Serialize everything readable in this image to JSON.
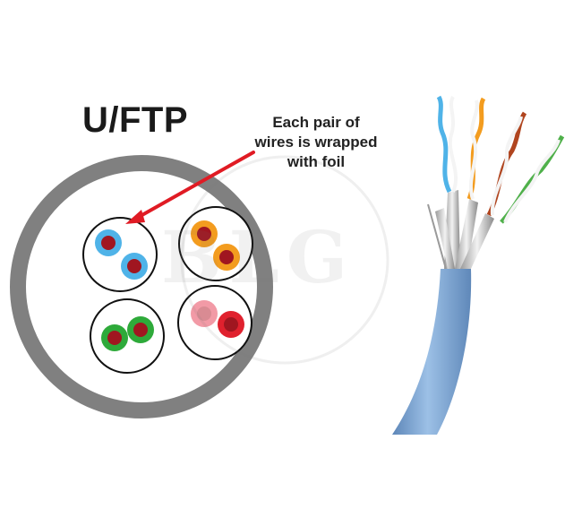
{
  "title": "U/FTP",
  "callout": {
    "lines": [
      "Each pair of",
      "wires is wrapped",
      "with foil"
    ]
  },
  "watermark": "BLG",
  "colors": {
    "jacket": "#808080",
    "pair_blue": "#4fb3e8",
    "pair_orange": "#f39c1f",
    "pair_green": "#2eaa3a",
    "pair_pink": "#f29aa6",
    "pair_red": "#e0212e",
    "conductor": "#a01620",
    "arrow": "#e01b24",
    "cable": "#7ba2cf"
  },
  "pairs": [
    {
      "name": "blue",
      "insulation": [
        "#4fb3e8",
        "#4fb3e8"
      ]
    },
    {
      "name": "orange",
      "insulation": [
        "#f39c1f",
        "#f39c1f"
      ]
    },
    {
      "name": "green",
      "insulation": [
        "#2eaa3a",
        "#2eaa3a"
      ]
    },
    {
      "name": "pink-red",
      "insulation": [
        "#f29aa6",
        "#e0212e"
      ]
    }
  ]
}
